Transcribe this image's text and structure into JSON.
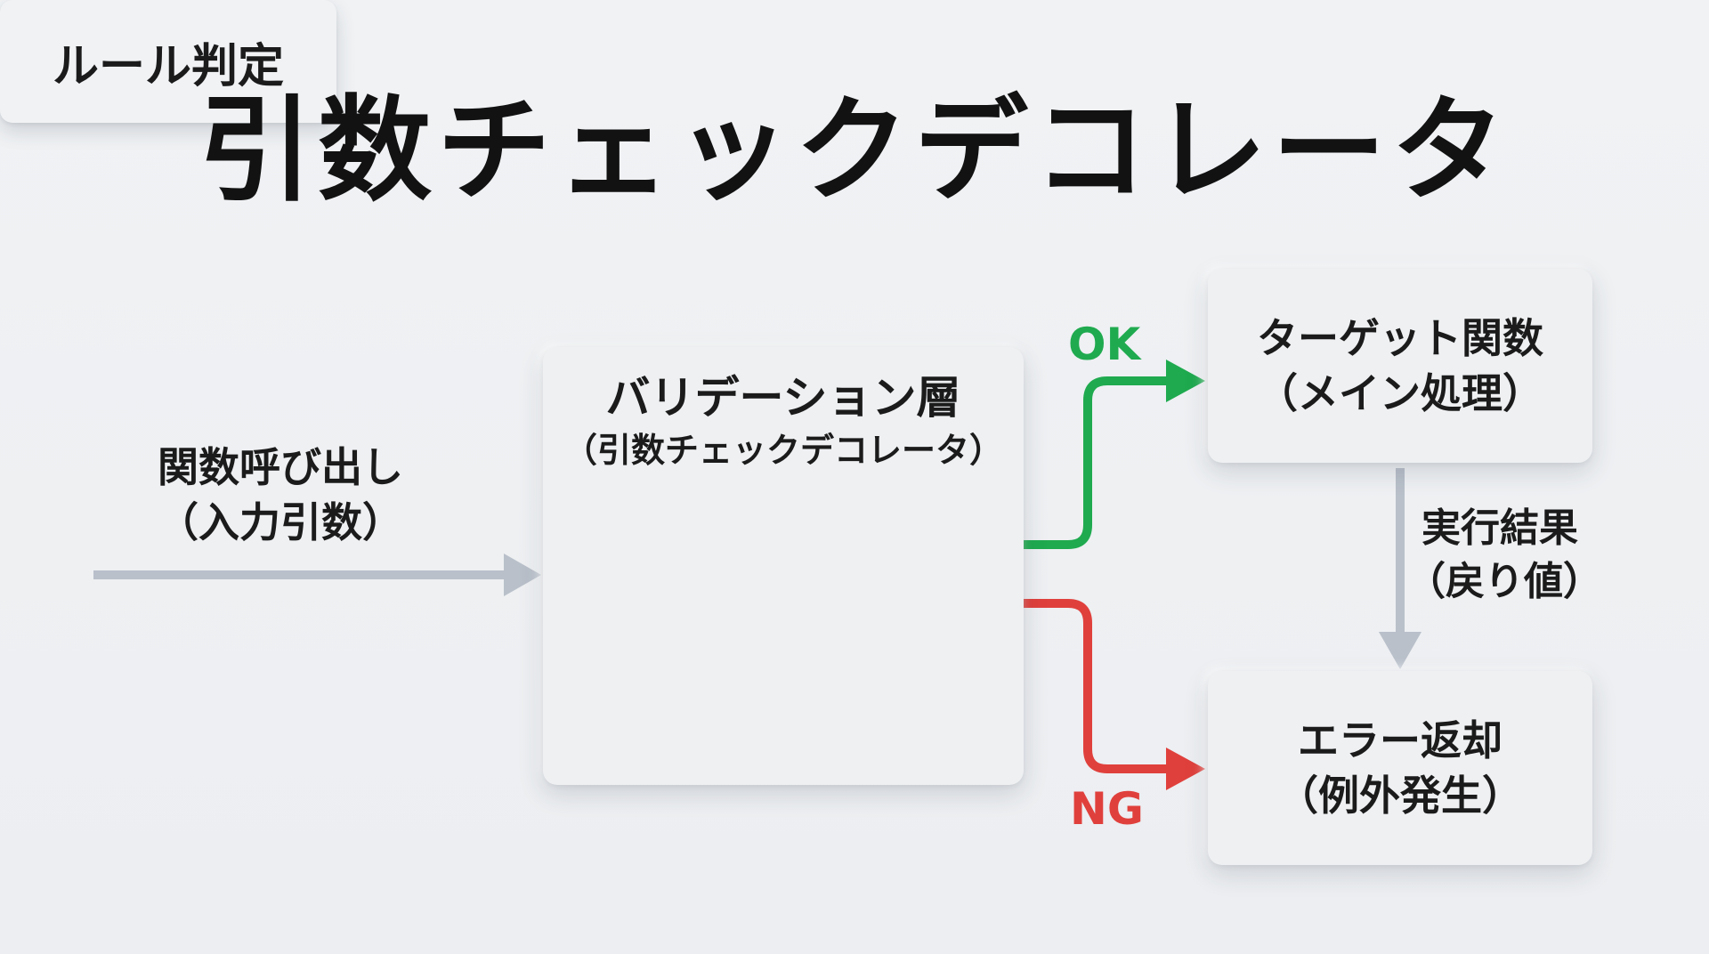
{
  "title": "引数チェックデコレータ",
  "input": {
    "line1": "関数呼び出し",
    "line2": "（入力引数）"
  },
  "validation": {
    "title": "バリデーション層",
    "subtitle": "（引数チェックデコレータ）",
    "rule": "ルール判定"
  },
  "branches": {
    "ok": "OK",
    "ng": "NG"
  },
  "target": {
    "line1": "ターゲット関数",
    "line2": "（メイン処理）"
  },
  "result": {
    "line1": "実行結果",
    "line2": "（戻り値）"
  },
  "error": {
    "line1": "エラー返却",
    "line2": "（例外発生）"
  },
  "colors": {
    "ok": "#1faa4f",
    "ng": "#e0403c",
    "neutral_arrow": "#b9c0ca"
  }
}
